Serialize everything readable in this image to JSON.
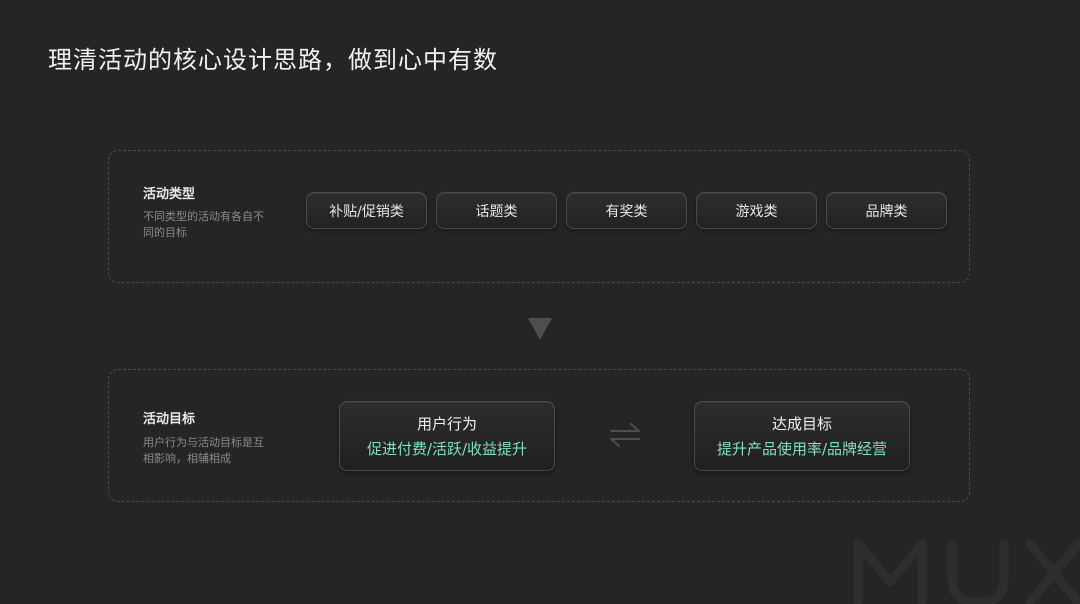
{
  "title": "理清活动的核心设计思路，做到心中有数",
  "activity_types": {
    "heading": "活动类型",
    "description": "不同类型的活动有各自不同的目标",
    "chips": [
      "补贴/促销类",
      "话题类",
      "有奖类",
      "游戏类",
      "品牌类"
    ]
  },
  "activity_goals": {
    "heading": "活动目标",
    "description": "用户行为与活动目标是互相影响，相辅相成",
    "user_behavior": {
      "title": "用户行为",
      "subtitle": "促进付费/活跃/收益提升"
    },
    "goal": {
      "title": "达成目标",
      "subtitle": "提升产品使用率/品牌经营"
    }
  },
  "icons": {
    "down_arrow": "triangle-down-icon",
    "swap": "swap-arrows-icon"
  },
  "watermark_text": "MUX",
  "colors": {
    "background": "#252525",
    "accent": "#7fe3b7",
    "dashed_border": "#4a4a4a"
  }
}
